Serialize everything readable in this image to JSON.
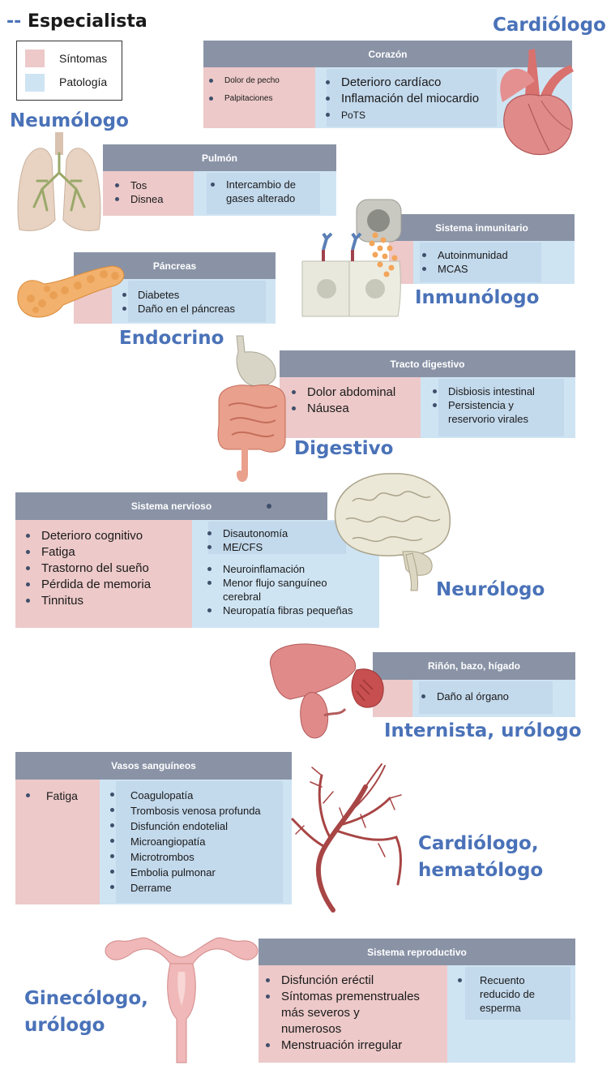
{
  "header": {
    "prefix": "--",
    "title": "Especialista"
  },
  "legend": {
    "symptoms": "Síntomas",
    "pathology": "Patología",
    "symptoms_color": "#edc9c9",
    "pathology_color": "#cfe4f3"
  },
  "colors": {
    "header_bar": "#8a93a6",
    "specialist_text": "#4a72b8",
    "organ": "#e08a8a"
  },
  "specialists": {
    "cardiologo": "Cardiólogo",
    "neumologo": "Neumólogo",
    "inmunologo": "Inmunólogo",
    "endocrino": "Endocrino",
    "digestivo": "Digestivo",
    "neurologo": "Neurólogo",
    "internista": "Internista, urólogo",
    "cardio_hema_1": "Cardiólogo,",
    "cardio_hema_2": "hematólogo",
    "gine_1": "Ginecólogo,",
    "gine_2": "urólogo"
  },
  "organs": {
    "corazon": {
      "title": "Corazón",
      "symptoms": [
        "Dolor de pecho",
        "Palpitaciones"
      ],
      "pathology": [
        "Deterioro cardíaco",
        "Inflamación del miocardio",
        "PoTS"
      ]
    },
    "pulmon": {
      "title": "Pulmón",
      "symptoms": [
        "Tos",
        "Disnea"
      ],
      "pathology": [
        "Intercambio de gases alterado"
      ]
    },
    "inmune": {
      "title": "Sistema inmunitario",
      "symptoms": [],
      "pathology": [
        "Autoinmunidad",
        "MCAS"
      ]
    },
    "pancreas": {
      "title": "Páncreas",
      "symptoms": [],
      "pathology": [
        "Diabetes",
        "Daño en el páncreas"
      ]
    },
    "digestivo": {
      "title": "Tracto digestivo",
      "symptoms": [
        "Dolor abdominal",
        "Náusea"
      ],
      "pathology": [
        "Disbiosis intestinal",
        "Persistencia y reservorio virales"
      ]
    },
    "nervioso": {
      "title": "Sistema nervioso",
      "symptoms": [
        "Deterioro cognitivo",
        "Fatiga",
        "Trastorno del sueño",
        "Pérdida de memoria",
        "Tinnitus"
      ],
      "pathology_top": [
        "Disautonomía",
        "ME/CFS"
      ],
      "pathology": [
        "Neuroinflamación",
        "Menor flujo sanguíneo cerebral",
        "Neuropatía fibras pequeñas"
      ]
    },
    "rinon": {
      "title": "Riñón, bazo, hígado",
      "symptoms": [],
      "pathology": [
        "Daño al órgano"
      ]
    },
    "vasos": {
      "title": "Vasos sanguíneos",
      "symptoms": [
        "Fatiga"
      ],
      "pathology": [
        "Coagulopatía",
        "Trombosis venosa profunda",
        "Disfunción endotelial",
        "Microangiopatía",
        "Microtrombos",
        "Embolia pulmonar",
        "Derrame"
      ]
    },
    "reproductivo": {
      "title": "Sistema reproductivo",
      "symptoms": [
        "Disfunción eréctil",
        "Síntomas premenstruales más severos y numerosos",
        "Menstruación irregular"
      ],
      "pathology": [
        "Recuento reducido de esperma"
      ]
    }
  }
}
